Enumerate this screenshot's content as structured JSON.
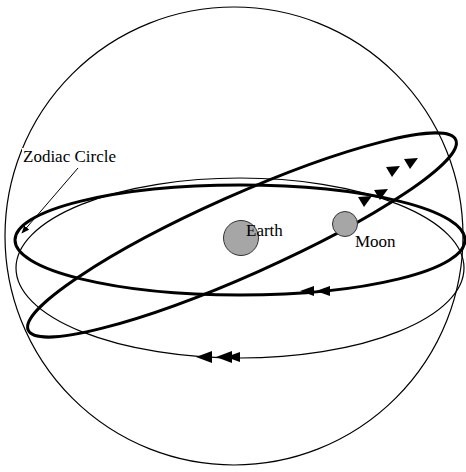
{
  "diagram": {
    "nodes": [
      {
        "text": [
          "Earth"
        ]
      },
      {
        "text": [
          "Moon"
        ]
      }
    ],
    "labels": [
      "Zodiac Circle"
    ]
  }
}
